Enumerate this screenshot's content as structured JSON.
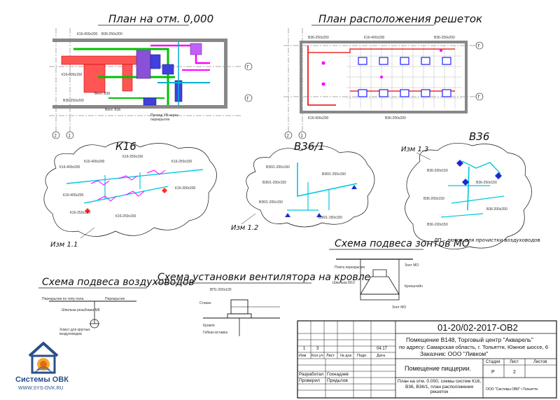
{
  "titles": {
    "plan_000": "План на отм. 0,000",
    "plan_grilles": "План расположения решеток",
    "k16": "К16",
    "v36_1": "В36/1",
    "v36": "В36",
    "hood_scheme": "Схема подвеса зонтов МО",
    "duct_scheme": "Схема подвеса воздуховодов",
    "fan_scheme": "Схема установки вентилятора на кровле"
  },
  "callouts": {
    "izm_1_1": "Изм 1.1",
    "izm_1_2": "Изм 1.2",
    "izm_1_3": "Изм 1.3",
    "lp_note": "ЛП – лючок для прочистки воздуховодов"
  },
  "axes": {
    "left_a": "2",
    "left_b": "1",
    "right_top": "Г",
    "right_bottom": "Г"
  },
  "stamp": {
    "doc_code": "01-20/02-2017-ОВ2",
    "project_line1": "Помещение В148, Торговый центр \"Акварель\"",
    "project_line2": "по адресу: Самарская область, г. Тольятти, Южное шоссе, 6",
    "project_line3": "Заказчик: ООО \"Ливком\"",
    "rev_cells": [
      "1",
      "3",
      "",
      "",
      "04.17"
    ],
    "head_cells": [
      "Изм",
      "Кол.уч",
      "Лист",
      "№ док",
      "Подп.",
      "Дата"
    ],
    "role_developed": "Разработал",
    "name_developed": "Гохнадзев",
    "role_checked": "Проверил",
    "name_checked": "Прядьлов",
    "object_name": "Помещение пиццерии.",
    "sheet_desc": "План на отм. 0.000, схемы систем К16, В36, В36/1, план расположения решеток",
    "stage_header": "Стадия",
    "sheet_header": "Лист",
    "sheets_header": "Листов",
    "stage_value": "Р",
    "sheet_value": "2",
    "org": "ООО \"Системы ОВК\" г.Тольятти"
  },
  "logo": {
    "name": "Системы ОВК",
    "url": "WWW.SYS-OVK.RU"
  }
}
